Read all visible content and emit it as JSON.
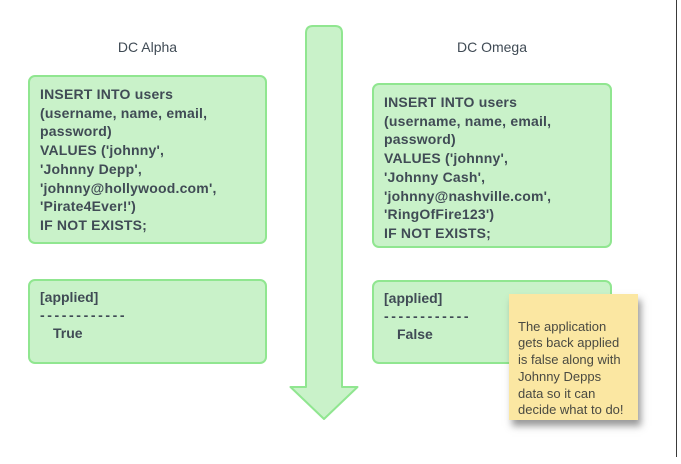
{
  "diagram": {
    "columns": [
      {
        "title": "DC Alpha",
        "query_lines": [
          "INSERT INTO users",
          "(username, name, email,",
          "password)",
          "VALUES ('johnny',",
          "'Johnny Depp',",
          "'johnny@hollywood.com',",
          "'Pirate4Ever!')",
          "IF NOT EXISTS;"
        ],
        "result": {
          "header": "[applied]",
          "separator": "------------",
          "value": "True"
        }
      },
      {
        "title": "DC Omega",
        "query_lines": [
          "INSERT INTO users",
          "(username, name, email,",
          "password)",
          "VALUES ('johnny',",
          "'Johnny Cash',",
          "'johnny@nashville.com',",
          "'RingOfFire123')",
          "IF NOT EXISTS;"
        ],
        "result": {
          "header": "[applied]",
          "separator": "------------",
          "value": "False"
        }
      }
    ],
    "arrow": {
      "direction": "down",
      "semantic": "timeline-flow-arrow"
    },
    "sticky_note": {
      "lines": [
        "The application",
        "gets back applied",
        "is false along with",
        "Johnny Depps",
        "data so it can",
        "decide what to do!"
      ]
    },
    "colors": {
      "box_fill": "#c9f2c9",
      "box_border": "#90e690",
      "text": "#404b55",
      "note_fill": "#fbe7a2",
      "note_text": "#4a4a42",
      "edge_line": "#3a3a3a"
    }
  }
}
